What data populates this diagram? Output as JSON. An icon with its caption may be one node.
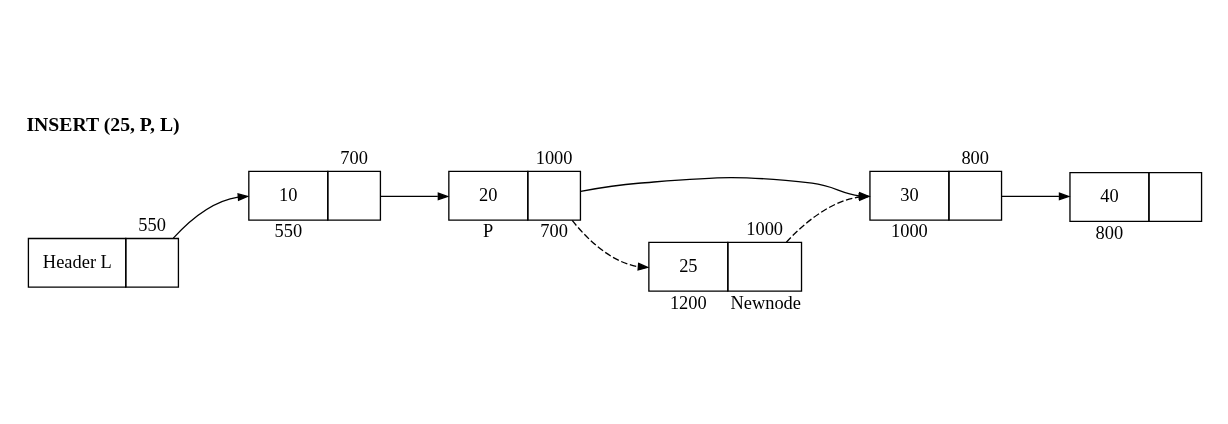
{
  "diagram": {
    "nodes": [
      {
        "text": [
          "Header L"
        ],
        "beside": [
          "550"
        ]
      },
      {
        "text": [
          "10"
        ],
        "beside": [
          "700",
          "550"
        ]
      },
      {
        "text": [
          "20"
        ],
        "beside": [
          "1000",
          "P",
          "700"
        ]
      },
      {
        "text": [
          "30"
        ],
        "beside": [
          "800",
          "1000"
        ]
      },
      {
        "text": [
          "40"
        ],
        "beside": [
          "800"
        ]
      },
      {
        "text": [
          "25"
        ],
        "beside": [
          "1000",
          "1200",
          "Newnode"
        ]
      }
    ],
    "edges": [
      {
        "from": 0,
        "to": 1,
        "arrow": "to"
      },
      {
        "from": 1,
        "to": 2,
        "arrow": "to"
      },
      {
        "from": 2,
        "to": 3,
        "arrow": "to"
      },
      {
        "from": 3,
        "to": 4,
        "arrow": "to"
      },
      {
        "from": 2,
        "to": 5,
        "arrow": "to",
        "style": "dashed"
      },
      {
        "from": 5,
        "to": 3,
        "arrow": "to",
        "style": "dashed"
      }
    ],
    "labels": [
      "INSERT (25, P, L)"
    ]
  }
}
